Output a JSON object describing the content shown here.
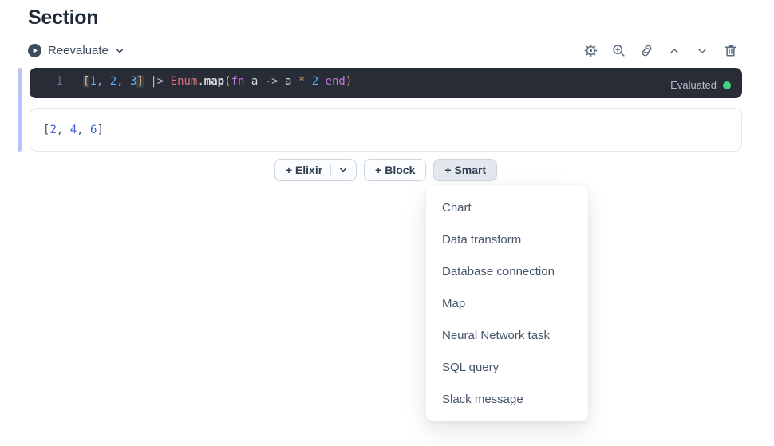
{
  "page": {
    "heading": "Section"
  },
  "cell_actions": {
    "reevaluate_label": "Reevaluate",
    "icons": [
      {
        "name": "settings-icon"
      },
      {
        "name": "zoom-in-icon"
      },
      {
        "name": "link-icon"
      },
      {
        "name": "move-up-icon"
      },
      {
        "name": "move-down-icon"
      },
      {
        "name": "delete-icon"
      }
    ]
  },
  "code_cell": {
    "line_number": "1",
    "source": "[1, 2, 3] |> Enum.map(fn a -> a * 2 end)",
    "tokens": [
      {
        "t": "[",
        "c": "brk"
      },
      {
        "t": "1",
        "c": "num"
      },
      {
        "t": ", ",
        "c": "pun"
      },
      {
        "t": "2",
        "c": "num"
      },
      {
        "t": ", ",
        "c": "pun"
      },
      {
        "t": "3",
        "c": "num"
      },
      {
        "t": "]",
        "c": "brk"
      },
      {
        "t": " ",
        "c": "pun"
      },
      {
        "t": "|>",
        "c": "op"
      },
      {
        "t": " ",
        "c": "pun"
      },
      {
        "t": "Enum",
        "c": "mod"
      },
      {
        "t": ".",
        "c": "dot"
      },
      {
        "t": "map",
        "c": "fn"
      },
      {
        "t": "(",
        "c": "par"
      },
      {
        "t": "fn",
        "c": "kw"
      },
      {
        "t": " a ",
        "c": "var"
      },
      {
        "t": "->",
        "c": "op"
      },
      {
        "t": " a ",
        "c": "var"
      },
      {
        "t": "*",
        "c": "star"
      },
      {
        "t": " 2 ",
        "c": "num"
      },
      {
        "t": "end",
        "c": "kw"
      },
      {
        "t": ")",
        "c": "par"
      }
    ],
    "status": {
      "label": "Evaluated",
      "dot_color": "#45d483"
    }
  },
  "output": {
    "text": "[2, 4, 6]",
    "tokens": [
      {
        "t": "[",
        "c": "p"
      },
      {
        "t": "2",
        "c": "n"
      },
      {
        "t": ", ",
        "c": "p"
      },
      {
        "t": "4",
        "c": "n"
      },
      {
        "t": ", ",
        "c": "p"
      },
      {
        "t": "6",
        "c": "n"
      },
      {
        "t": "]",
        "c": "p"
      }
    ]
  },
  "insert_controls": {
    "elixir_label": "+ Elixir",
    "block_label": "+ Block",
    "smart_label": "+ Smart"
  },
  "smart_menu": {
    "items": [
      "Chart",
      "Data transform",
      "Database connection",
      "Map",
      "Neural Network task",
      "SQL query",
      "Slack message"
    ]
  },
  "colors": {
    "editor_background": "#272c36",
    "focus_bar": "#b9c2fb",
    "status_dot": "#45d483"
  }
}
